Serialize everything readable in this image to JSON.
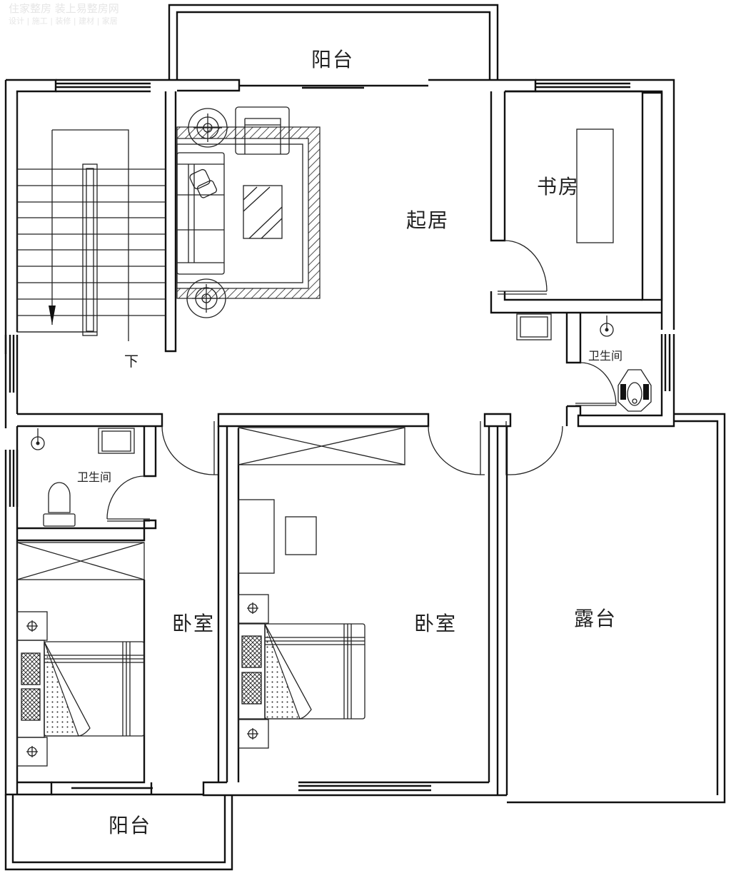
{
  "watermark": {
    "line1": "住家整房 装上易整房网",
    "line2": "设计 | 施工 | 装修 | 建材 | 家居"
  },
  "plan": {
    "rooms": {
      "balcony_top": "阳台",
      "living": "起居",
      "study": "书房",
      "bath_right": "卫生间",
      "bath_left": "卫生间",
      "bedroom_left": "卧室",
      "bedroom_center": "卧室",
      "terrace": "露台",
      "balcony_bottom": "阳台"
    },
    "stair_label": "下",
    "colors": {
      "wall": "#111111",
      "background": "#ffffff"
    }
  }
}
